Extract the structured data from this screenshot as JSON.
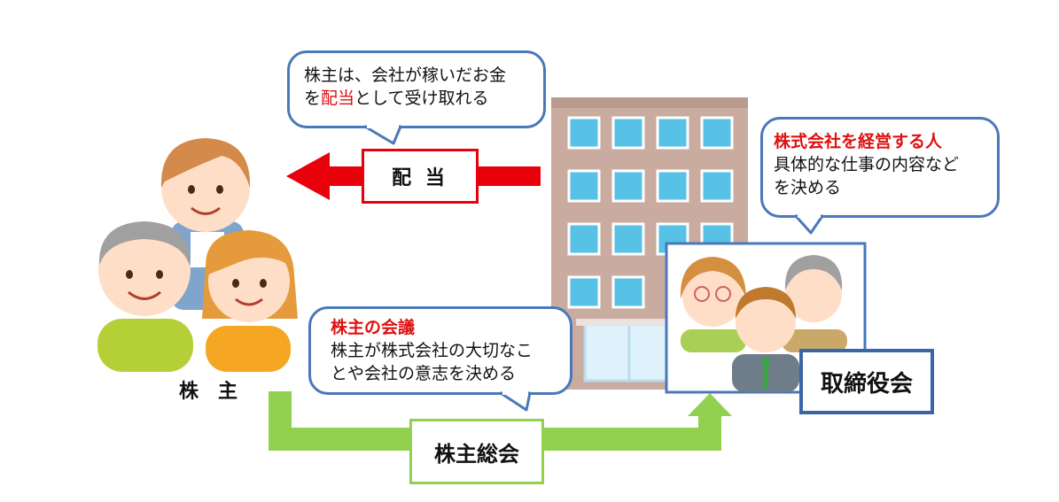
{
  "dividend_bubble": {
    "line1": "株主は、会社が稼いだお金",
    "line2_pre": "を",
    "line2_red": "配当",
    "line2_post": "として受け取れる"
  },
  "dividend_label": "配 当",
  "shareholders_label": "株　主",
  "management_bubble": {
    "title": "株式会社を経営する人",
    "line1": "具体的な仕事の内容など",
    "line2": "を決める"
  },
  "meeting_bubble": {
    "title": "株主の会議",
    "line1": "株主が株式会社の大切なこ",
    "line2": "とや会社の意志を決める"
  },
  "general_meeting_label": "株主総会",
  "board_label": "取締役会",
  "colors": {
    "bubble_border": "#4a78b8",
    "red_arrow": "#e8000b",
    "green_arrow": "#92d050",
    "accent_red": "#e01010"
  }
}
